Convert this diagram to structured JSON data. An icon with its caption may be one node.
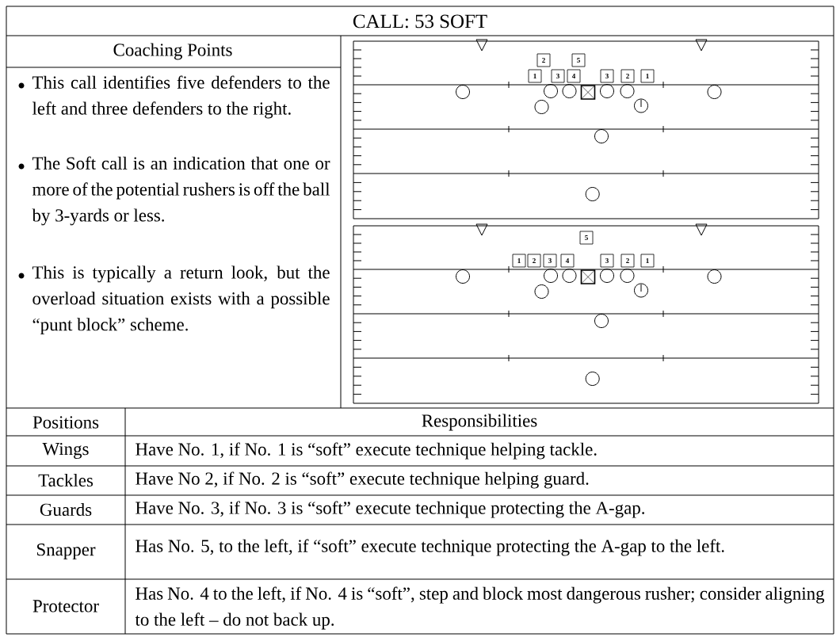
{
  "diagram": {
    "title": "CALL: 53 SOFT",
    "nodes": [
      {
        "text": [
          "2"
        ]
      },
      {
        "text": [
          "5"
        ]
      },
      {
        "text": [
          "1"
        ]
      },
      {
        "text": [
          "3"
        ]
      },
      {
        "text": [
          "4"
        ]
      },
      {
        "text": [
          "3"
        ]
      },
      {
        "text": [
          "2"
        ]
      },
      {
        "text": [
          "1"
        ]
      },
      {
        "text": [
          "5"
        ]
      },
      {
        "text": [
          "1"
        ]
      },
      {
        "text": [
          "2"
        ]
      },
      {
        "text": [
          "3"
        ]
      },
      {
        "text": [
          "4"
        ]
      },
      {
        "text": [
          "3"
        ]
      },
      {
        "text": [
          "2"
        ]
      },
      {
        "text": [
          "1"
        ]
      }
    ],
    "labels": [
      "Coaching Points",
      "This call identifies five defenders to the left and three defenders to the right.",
      "The Soft call is an indication that one or more of the potential rushers is off the ball by 3-yards or less.",
      "This is typically a return look, but the overload situation exists with a possible “punt block” scheme.",
      "Positions",
      "Responsibilities",
      "Wings",
      "Have No. 1, if No. 1 is “soft” execute technique helping tackle.",
      "Tackles",
      "Have No 2, if No. 2 is “soft” execute technique helping guard.",
      "Guards",
      "Have No. 3, if No. 3 is “soft” execute technique protecting the A-gap.",
      "Snapper",
      "Has No. 5, to the left, if “soft” execute technique protecting the A-gap to the left.",
      "Protector",
      "Has No. 4 to the left, if No. 4 is “soft”, step and block most dangerous rusher; consider aligning to the left – do not back up."
    ]
  }
}
